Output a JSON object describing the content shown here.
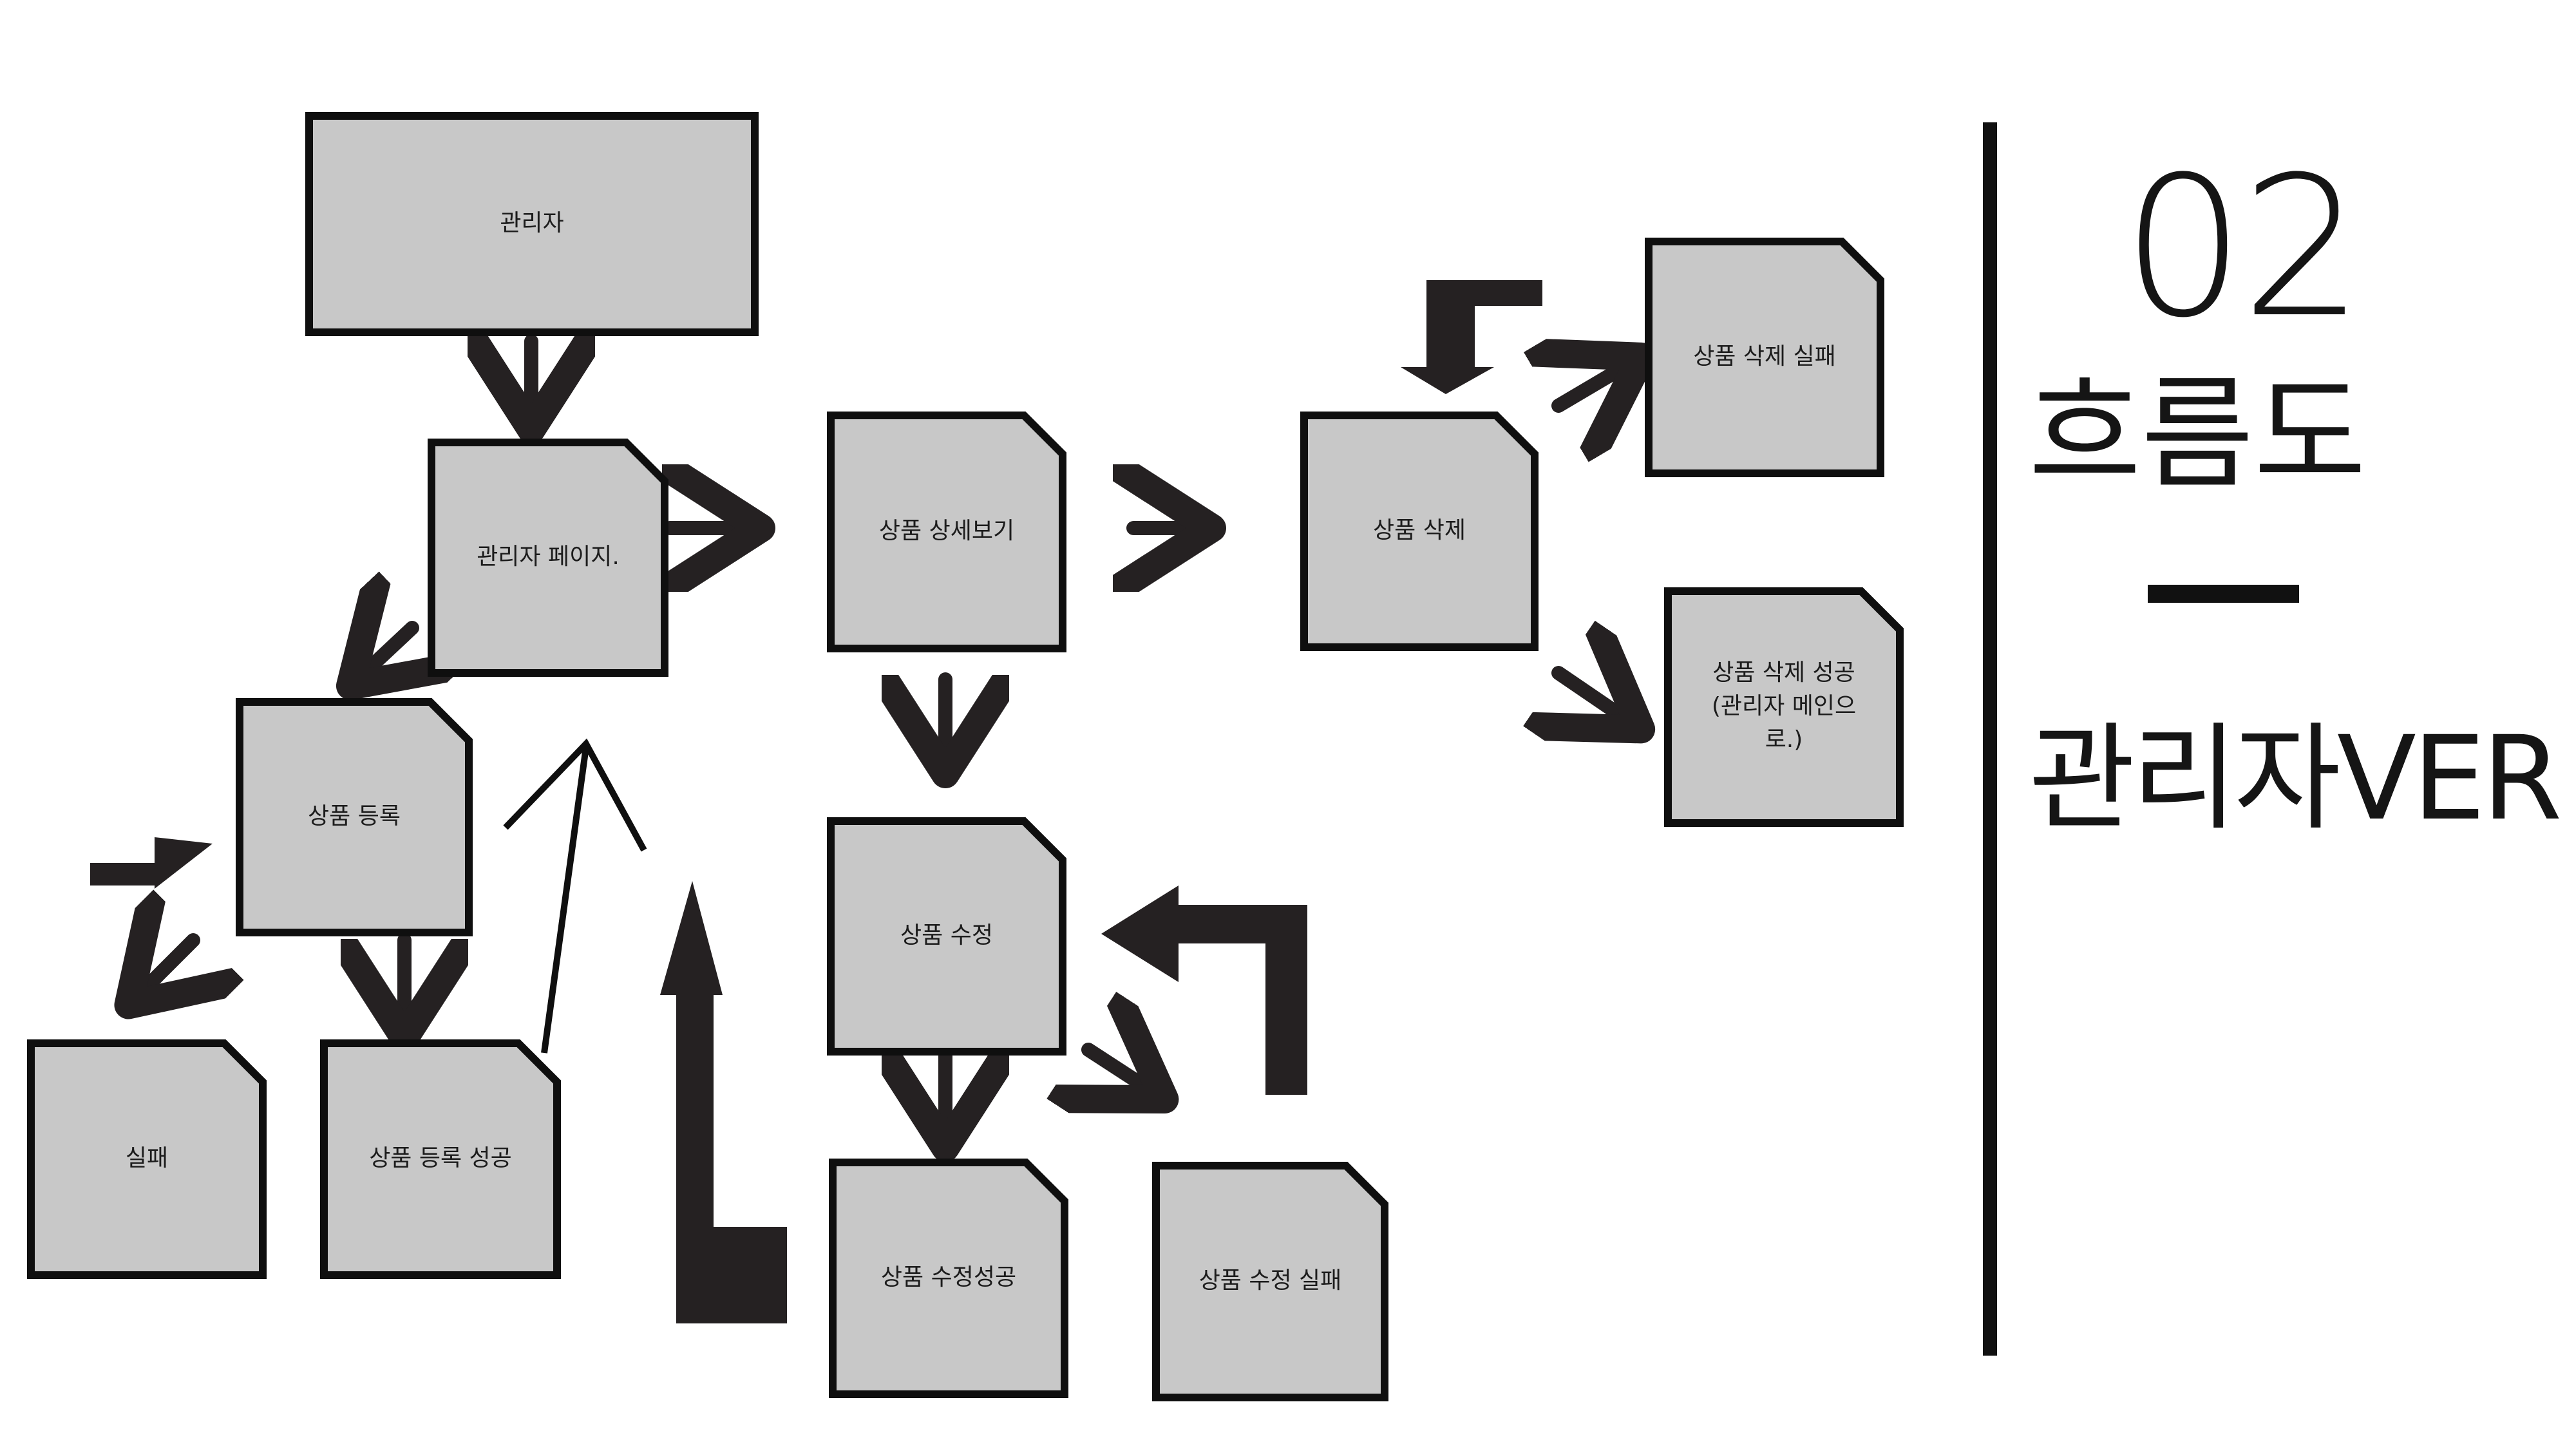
{
  "diagram": {
    "nodes": [
      {
        "id": "admin",
        "lines": [
          "관리자"
        ]
      },
      {
        "id": "admin_page",
        "lines": [
          "관리자 페이지."
        ]
      },
      {
        "id": "product_register",
        "lines": [
          "상품 등록"
        ]
      },
      {
        "id": "fail",
        "lines": [
          "실패"
        ]
      },
      {
        "id": "register_success",
        "lines": [
          "상품 등록 성공"
        ]
      },
      {
        "id": "product_detail",
        "lines": [
          "상품 상세보기"
        ]
      },
      {
        "id": "product_edit",
        "lines": [
          "상품 수정"
        ]
      },
      {
        "id": "edit_success",
        "lines": [
          "상품 수정성공"
        ]
      },
      {
        "id": "edit_fail",
        "lines": [
          "상품 수정 실패"
        ]
      },
      {
        "id": "product_delete",
        "lines": [
          "상품 삭제"
        ]
      },
      {
        "id": "delete_fail",
        "lines": [
          "상품 삭제 실패"
        ]
      },
      {
        "id": "delete_success",
        "lines": [
          "상품 삭제 성공",
          "(관리자 메인으",
          "로.)"
        ]
      }
    ],
    "edges": [
      {
        "from": "admin",
        "to": "admin_page"
      },
      {
        "from": "admin_page",
        "to": "product_detail"
      },
      {
        "from": "admin_page",
        "to": "product_register"
      },
      {
        "from": "product_register",
        "to": "fail"
      },
      {
        "from": "product_register",
        "to": "register_success"
      },
      {
        "from": "register_success",
        "to": "admin_page"
      },
      {
        "from": "fail",
        "to": "product_register"
      },
      {
        "from": "product_detail",
        "to": "product_delete"
      },
      {
        "from": "product_detail",
        "to": "product_edit"
      },
      {
        "from": "product_edit",
        "to": "edit_success"
      },
      {
        "from": "product_edit",
        "to": "edit_fail"
      },
      {
        "from": "edit_fail",
        "to": "product_edit"
      },
      {
        "from": "product_delete",
        "to": "delete_fail"
      },
      {
        "from": "product_delete",
        "to": "delete_success"
      },
      {
        "from": "delete_fail",
        "to": "product_delete"
      }
    ]
  },
  "side_panel": {
    "number": "02",
    "title": "흐름도",
    "subtitle": "관리자VER"
  },
  "colors": {
    "node_fill": "#c8c8c8",
    "stroke": "#0f0f0f",
    "arrow": "#252122",
    "background": "#ffffff"
  }
}
